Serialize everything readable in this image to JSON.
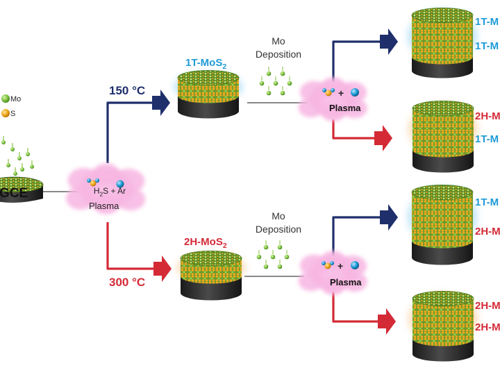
{
  "legend": {
    "mo_label": "Mo",
    "s_label": "S"
  },
  "substrate": {
    "label": "GCE"
  },
  "initial_plasma": {
    "gas_left": "H",
    "gas_sub": "2",
    "gas_right": "S + Ar",
    "label": "Plasma"
  },
  "upper_branch": {
    "temperature": "150 °C",
    "product_main": "1T-MoS",
    "product_sub": "2",
    "deposition_line1": "Mo",
    "deposition_line2": "Deposition",
    "plasma_label": "Plasma",
    "plasma_plus": "+",
    "top_result": {
      "line1": "1T-M",
      "line2": "1T-M"
    },
    "bottom_result": {
      "line1": "2H-M",
      "line2": "1T-M"
    }
  },
  "lower_branch": {
    "temperature": "300 °C",
    "product_main": "2H-MoS",
    "product_sub": "2",
    "deposition_line1": "Mo",
    "deposition_line2": "Deposition",
    "plasma_label": "Plasma",
    "plasma_plus": "+",
    "top_result": {
      "line1": "1T-M",
      "line2": "2H-M"
    },
    "bottom_result": {
      "line1": "2H-M",
      "line2": "2H-M"
    }
  },
  "colors": {
    "navy_arrow": "#1f2f6b",
    "red_arrow": "#d42a36",
    "phase_blue": "#1e9bd7",
    "plasma_pink": "#f7b6e2",
    "mo_green": "#7ec242",
    "s_orange": "#f2a81d"
  }
}
